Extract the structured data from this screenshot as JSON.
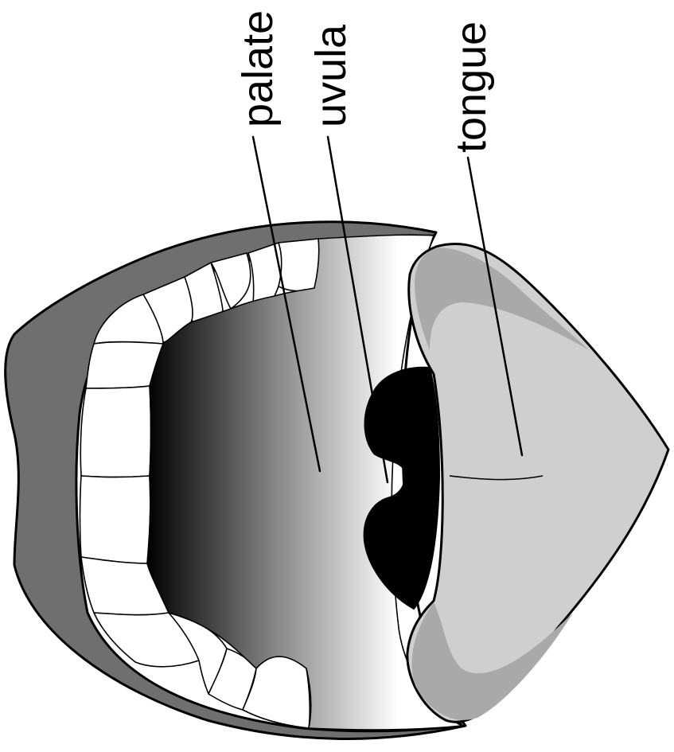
{
  "labels": {
    "palate": "palate",
    "uvula": "uvula",
    "tongue": "tongue"
  },
  "colors": {
    "lips": "#6f6f6f",
    "teeth": "#ffffff",
    "throat_dark": "#000000",
    "palate_light": "#ffffff",
    "tongue": "#cfcfcf",
    "tongue_shade": "#a9a9a9",
    "outline": "#000000"
  }
}
